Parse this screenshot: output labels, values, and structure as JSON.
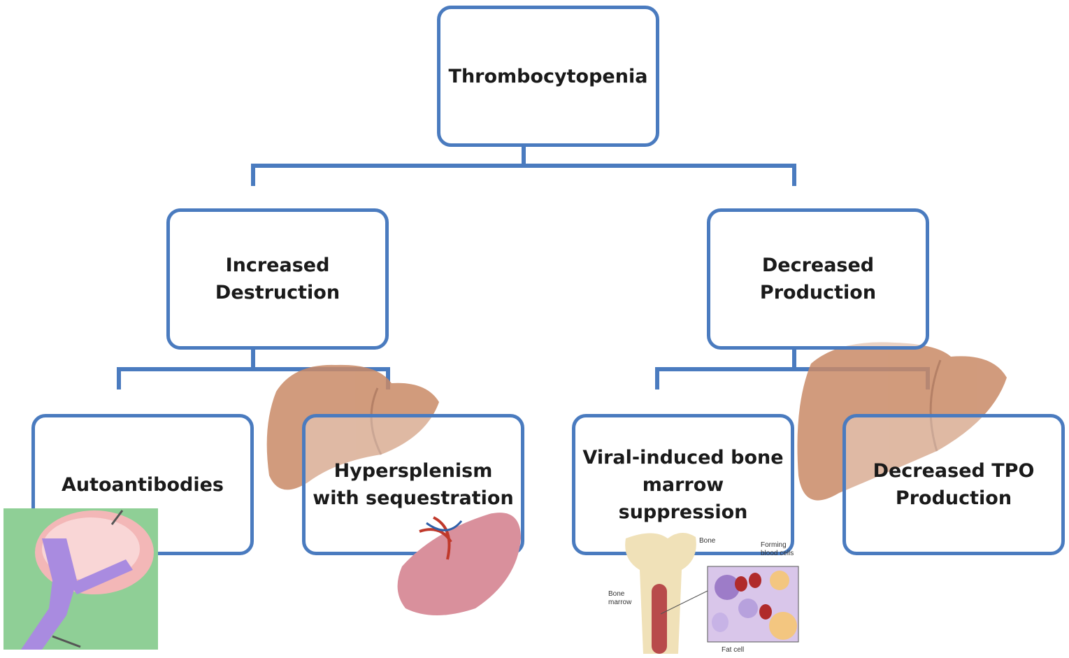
{
  "diagram": {
    "root": {
      "label": "Thrombocytopenia"
    },
    "branches": [
      {
        "label": "Increased\nDestruction",
        "children": [
          {
            "label": "Autoantibodies"
          },
          {
            "label": "Hypersplenism\nwith sequestration"
          }
        ]
      },
      {
        "label": "Decreased\nProduction",
        "children": [
          {
            "label": "Viral-induced bone\nmarrow\nsuppression"
          },
          {
            "label": "Decreased TPO\nProduction"
          }
        ]
      }
    ],
    "connector_color": "#4a7bbf",
    "bone_illustration_labels": {
      "bone": "Bone",
      "bone_marrow": "Bone\nmarrow",
      "forming_blood_cells": "Forming\nblood cells",
      "fat_cell": "Fat cell"
    }
  }
}
